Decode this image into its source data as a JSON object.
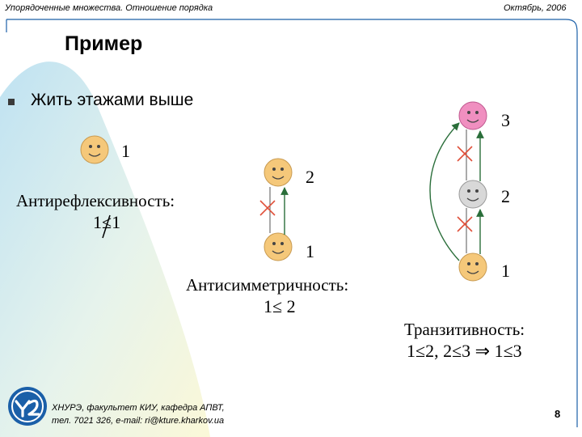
{
  "header": {
    "left": "Упорядоченные множества. Отношение порядка",
    "right": "Октябрь, 2006"
  },
  "title": "Пример",
  "bullet": "Жить этажами выше",
  "example1": {
    "label_1": "1",
    "caption": "Антирефлексивность:",
    "formula": "1≤1"
  },
  "example2": {
    "label_2": "2",
    "label_1": "1",
    "caption": "Антисимметричность:",
    "formula": "1≤ 2"
  },
  "example3": {
    "label_3": "3",
    "label_2": "2",
    "label_1": "1",
    "caption": "Транзитивность:",
    "formula": "1≤2, 2≤3 ⇒ 1≤3"
  },
  "footer": {
    "line1": "ХНУРЭ, факультет КИУ,  кафедра АПВТ,",
    "line2": "тел. 7021 326, e-mail: ri@kture.kharkov.ua",
    "page": "8"
  },
  "colors": {
    "accent_blue": "#1a5fa8",
    "face_yellow": "#f5c87a",
    "face_pink": "#f08fc0",
    "face_gray": "#d8d8d8",
    "cross_red": "#e0503a",
    "arrow_green": "#2a6e3a"
  }
}
